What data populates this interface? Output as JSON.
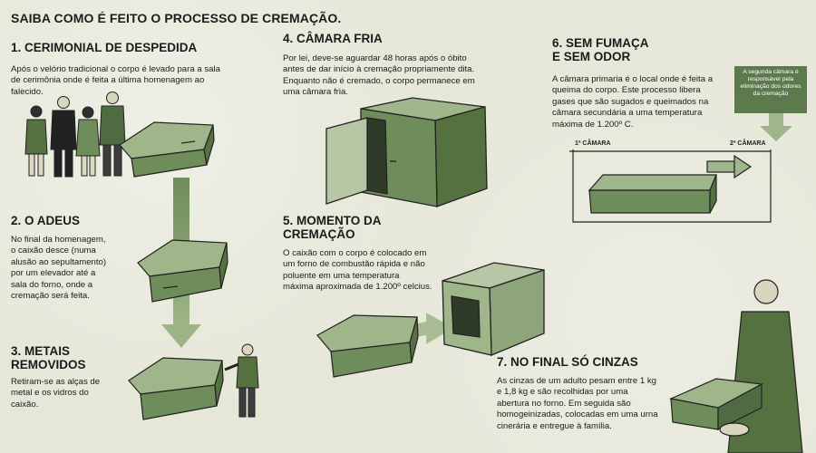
{
  "title": "SAIBA COMO É FEITO O PROCESSO DE CREMAÇÃO.",
  "steps": [
    {
      "title_lines": [
        "1. CERIMONIAL DE DESPEDIDA"
      ],
      "text_lines": [
        "Após o velório tradicional o corpo é levado para a sala",
        "de cerimônia onde é feita a última homenagem ao",
        "falecido."
      ]
    },
    {
      "title_lines": [
        "2. O ADEUS"
      ],
      "text_lines": [
        "No final da homenagem,",
        "o caixão desce (numa",
        "alusão ao sepultamento)",
        "por um elevador até a",
        "sala do forno, onde a",
        "cremação será feita."
      ]
    },
    {
      "title_lines": [
        "3. METAIS",
        "REMOVIDOS"
      ],
      "text_lines": [
        "Retiram-se as alças de",
        "metal e os vidros do",
        "caixão."
      ]
    },
    {
      "title_lines": [
        "4. CÂMARA FRIA"
      ],
      "text_lines": [
        "Por lei, deve-se aguardar 48 horas após o óbito",
        "antes de dar início à cremação propriamente dita.",
        "Enquanto não é cremado, o corpo permanece em",
        "uma câmara fria."
      ]
    },
    {
      "title_lines": [
        "5. MOMENTO DA",
        "CREMAÇÃO"
      ],
      "text_lines": [
        "O caixão com o corpo é colocado em",
        "um forno de combustão rápida e não",
        "poluente em uma temperatura",
        "máxima aproximada de 1.200º celcius."
      ]
    },
    {
      "title_lines": [
        "6. SEM FUMAÇA",
        "E SEM ODOR"
      ],
      "text_lines": [
        "A câmara primaria é o local onde é feita a",
        "queima do corpo. Este processo libera",
        "gases que são sugados e queimados na",
        "câmara secundária a uma temperatura",
        "máxima de 1.200º C."
      ]
    },
    {
      "title_lines": [
        "7. NO FINAL SÓ CINZAS"
      ],
      "text_lines": [
        "As cinzas de um adulto pesam entre 1 kg",
        "e 1,8 kg e são recolhidas por uma",
        "abertura no forno. Em seguida são",
        "homogeinizadas, colocadas em uma urna",
        "cinerária e entregue à família."
      ]
    }
  ],
  "note_lines": [
    "A segunda câmara é",
    "responsável pela",
    "eliminação dos odores",
    "da cremação"
  ],
  "chamber_labels": {
    "primary": "1ª CÂMARA",
    "secondary": "2ª CÂMARA"
  },
  "colors": {
    "background": "#e6e7d8",
    "green_dark": "#4f6b41",
    "green_mid": "#6f8c5b",
    "green_light": "#9fb58a",
    "outline": "#222222",
    "note_bg": "#5d7a4d"
  }
}
